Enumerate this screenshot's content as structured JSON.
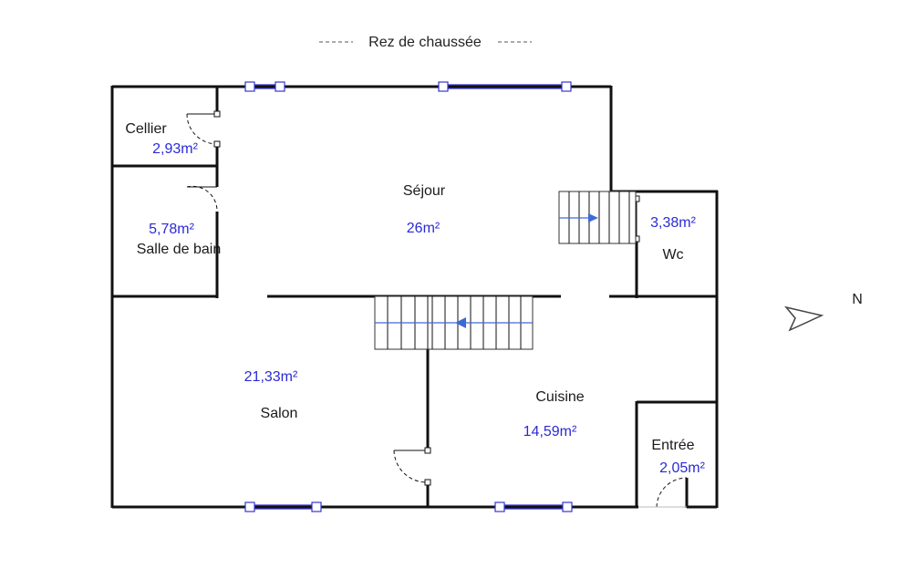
{
  "plan": {
    "title": "Rez de chaussée",
    "north_label": "N",
    "colors": {
      "walls": "#111111",
      "area_text": "#2a2ad6",
      "windows": "#3535d0",
      "stair_arrow": "#3d6bd6",
      "background": "#ffffff"
    },
    "rooms": {
      "cellier": {
        "name": "Cellier",
        "area": "2,93m²"
      },
      "salle_bain": {
        "name": "Salle de bain",
        "area": "5,78m²"
      },
      "sejour": {
        "name": "Séjour",
        "area": "26m²"
      },
      "wc": {
        "name": "Wc",
        "area": "3,38m²"
      },
      "salon": {
        "name": "Salon",
        "area": "21,33m²"
      },
      "cuisine": {
        "name": "Cuisine",
        "area": "14,59m²"
      },
      "entree": {
        "name": "Entrée",
        "area": "2,05m²"
      }
    }
  }
}
